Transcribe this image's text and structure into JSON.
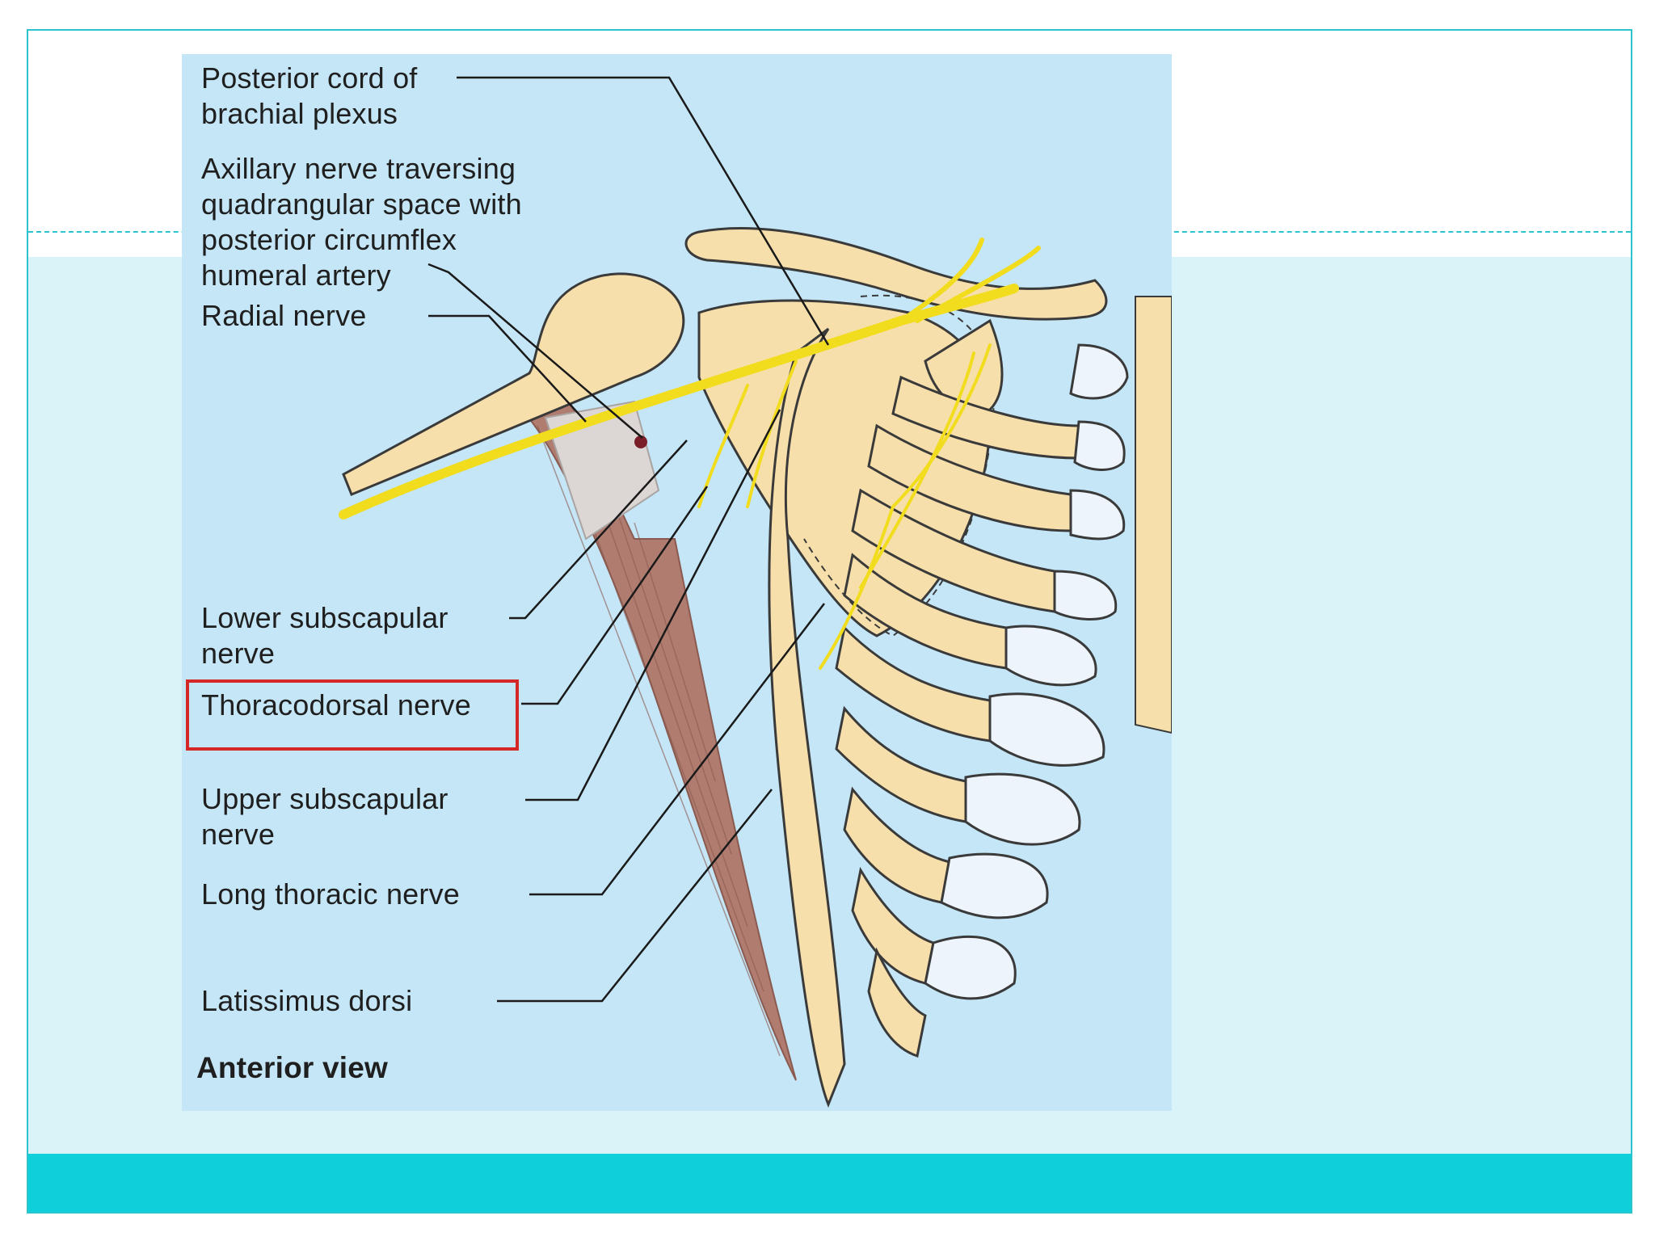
{
  "figure": {
    "view_label": "Anterior view",
    "highlight_color": "#d62728",
    "labels": [
      {
        "id": "posterior-cord",
        "text": "Posterior cord of\nbrachial plexus"
      },
      {
        "id": "axillary-nerve",
        "text": "Axillary nerve traversing\nquadrangular space with\nposterior circumflex\nhumeral artery"
      },
      {
        "id": "radial-nerve",
        "text": "Radial nerve"
      },
      {
        "id": "lower-subscapular",
        "text": "Lower subscapular\nnerve"
      },
      {
        "id": "thoracodorsal",
        "text": "Thoracodorsal nerve"
      },
      {
        "id": "upper-subscapular",
        "text": "Upper subscapular\nnerve"
      },
      {
        "id": "long-thoracic",
        "text": "Long thoracic nerve"
      },
      {
        "id": "latissimus-dorsi",
        "text": "Latissimus dorsi"
      }
    ]
  },
  "colors": {
    "frame": "#2cc3cf",
    "lower_background": "#d9f3f8",
    "footer": "#0fcfda",
    "figure_background": "#c4e6f6",
    "bone": "#f6dfaa",
    "cartilage": "#eef4fb",
    "nerve": "#f1dc1e",
    "muscle": "#b07c70"
  }
}
